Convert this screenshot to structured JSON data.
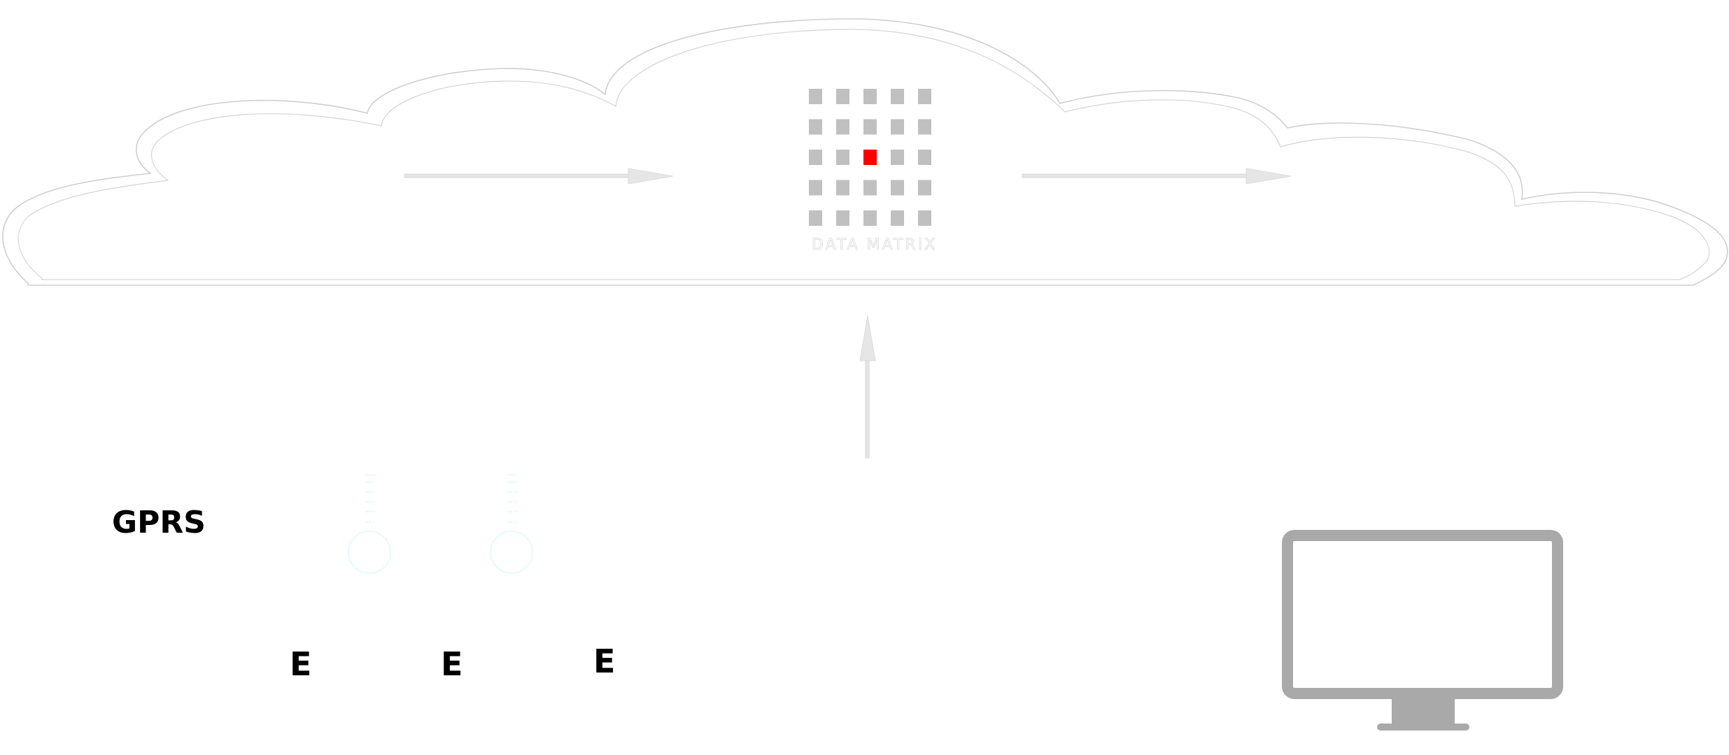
{
  "diagram": {
    "cloud": {
      "name": "cloud",
      "outline_color": "#c8c8c8"
    },
    "matrix": {
      "rows": 5,
      "cols": 5,
      "cell_color": "#c0c0c0",
      "highlight_color": "#ff0000",
      "highlight_cell": {
        "row": 3,
        "col": 3
      },
      "caption": "DATA MATRIX"
    },
    "arrows": {
      "color": "#e6e6e6",
      "outline": "#cfcfcf",
      "items": [
        {
          "id": "arrow-in-cloud-left",
          "direction": "right"
        },
        {
          "id": "arrow-in-cloud-right",
          "direction": "right"
        },
        {
          "id": "arrow-up-to-cloud",
          "direction": "up"
        }
      ]
    },
    "labels": {
      "gprs": "GPRS",
      "e_labels": [
        "E",
        "E",
        "E"
      ]
    },
    "sensors": {
      "type": "thermometer",
      "count": 2,
      "color": "#dffbfb"
    },
    "monitor": {
      "color": "#a9a9a9"
    }
  }
}
